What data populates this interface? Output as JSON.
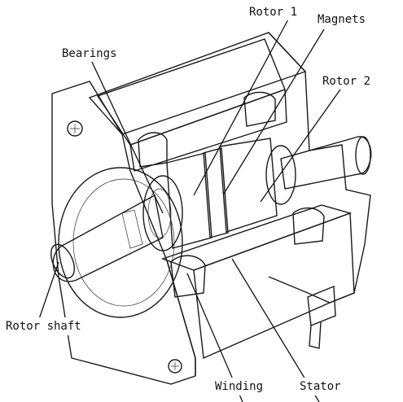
{
  "labels": {
    "rotor1": "Rotor 1",
    "magnets": "Magnets",
    "bearings": "Bearings",
    "rotor2": "Rotor 2",
    "rotor_shaft": "Rotor shaft",
    "winding": "Winding",
    "stator": "Stator"
  },
  "colors": {
    "ink": "#111111",
    "housing_face": "#eeeeee",
    "housing_side": "#d6d6d6",
    "shaft": "#f4f4f4",
    "steel_dark": "#9a9a9a",
    "lamination": "#bdbdbd",
    "background": "#ffffff"
  }
}
